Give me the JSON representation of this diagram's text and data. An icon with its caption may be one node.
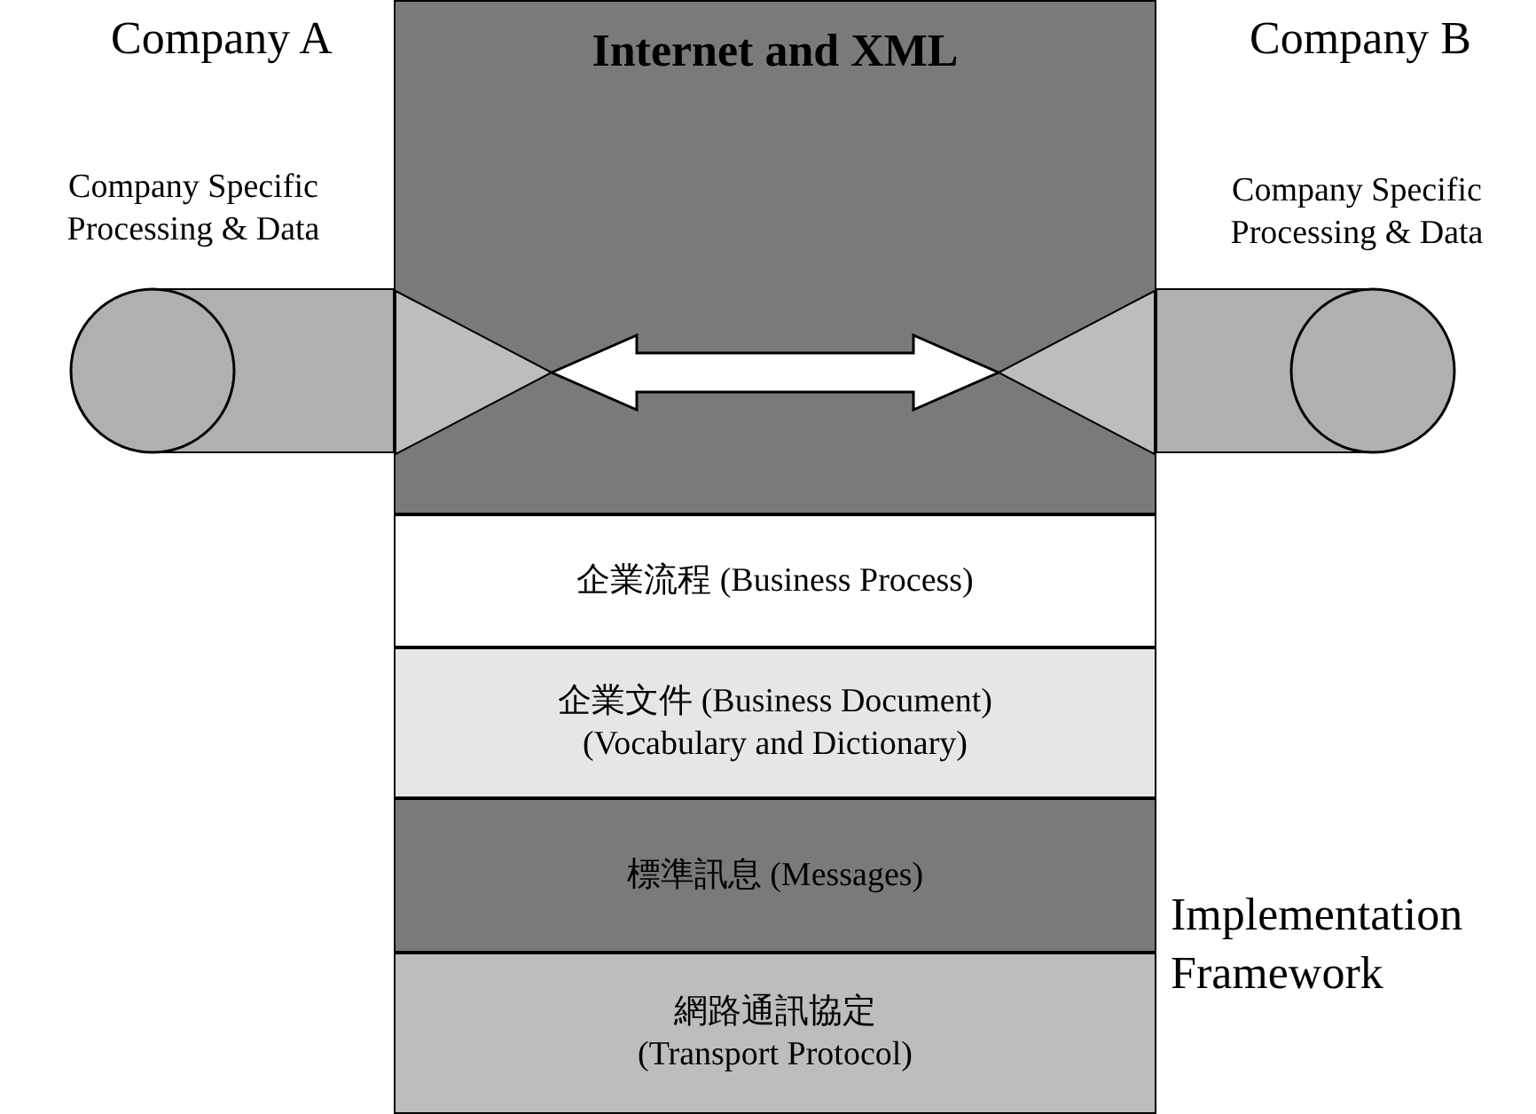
{
  "diagram": {
    "nodes": [
      {
        "text": [
          "Internet and XML"
        ]
      },
      {
        "text": [],
        "shape": "triangle",
        "in": 0
      },
      {
        "text": [],
        "shape": "triangle",
        "in": 0
      },
      {
        "text": [],
        "shape": "cylinder",
        "beside": [
          "Company A",
          "Company Specific Processing & Data"
        ]
      },
      {
        "text": [],
        "shape": "cylinder",
        "beside": [
          "Company B",
          "Company Specific Processing & Data"
        ]
      },
      {
        "text": [
          "企業流程 (Business Process)"
        ]
      },
      {
        "text": [
          "企業文件 (Business Document)",
          "(Vocabulary and Dictionary)"
        ]
      },
      {
        "text": [
          "標準訊息 (Messages)"
        ]
      },
      {
        "text": [
          "網路通訊協定",
          "(Transport Protocol)"
        ]
      }
    ],
    "edges": [
      {
        "from": 1,
        "to": 2,
        "arrow": "both"
      }
    ],
    "labels": [
      "Implementation Framework"
    ]
  }
}
